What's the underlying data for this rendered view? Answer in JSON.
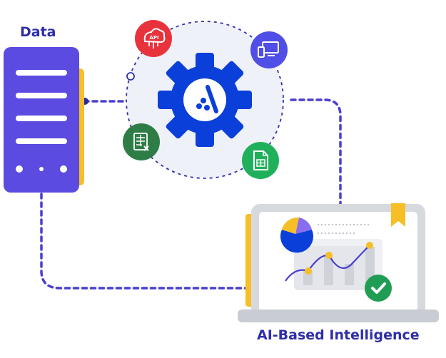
{
  "labels": {
    "data": "Data",
    "output": "AI-Based Intelligence",
    "api_badge": "API"
  },
  "colors": {
    "primary_blue": "#0b3fd9",
    "server_purple": "#5b4be0",
    "accent_yellow": "#f6bf26",
    "dash_blue": "#4a3fcf",
    "api_red": "#e8333c",
    "device_indigo": "#4f4ee6",
    "sheet_green": "#2f7d46",
    "doc_green": "#20b05c",
    "check_green": "#1f9d55",
    "chart_purple": "#8a6cf0",
    "laptop_gray": "#cfd2d8",
    "hub_bg": "#eff1f8"
  },
  "icons": {
    "center": "gear-logo-icon",
    "top_left": "api-cloud-icon",
    "top_right": "devices-icon",
    "bottom_left": "spreadsheet-icon",
    "bottom_right": "document-sheet-icon",
    "status": "check-circle-icon"
  }
}
